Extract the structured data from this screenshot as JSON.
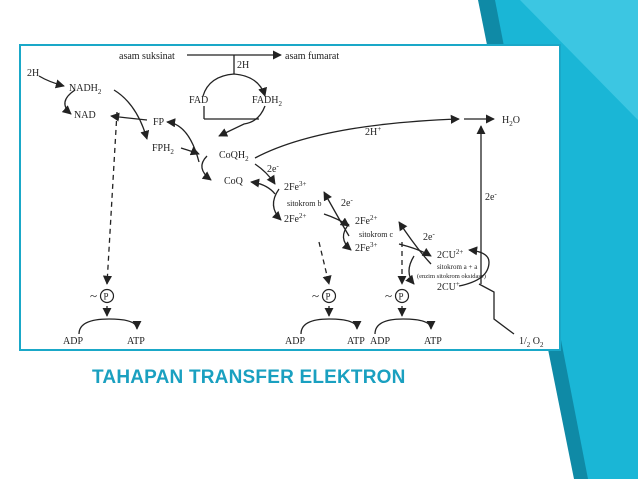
{
  "title": "TAHAPAN TRANSFER ELEKTRON",
  "colors": {
    "accent": "#1aa8c8",
    "accent_dark": "#0f8aa6",
    "title": "#1aa0c0"
  },
  "labels": {
    "succinate": "asam suksinat",
    "fumarate": "asam fumarat",
    "two_h_top": "2H",
    "fad": "FAD",
    "fadh2": "FADH",
    "fadh2_sub": "2",
    "two_h_left": "2H",
    "nadh2": "NADH",
    "nadh2_sub": "2",
    "nad": "NAD",
    "fp": "FP",
    "fph2": "FPH",
    "fph2_sub": "2",
    "coqh2": "CoQH",
    "coqh2_sub": "2",
    "coq": "CoQ",
    "two_h_plus": "2H",
    "two_h_plus_sup": "+",
    "h2o": "H",
    "h2o_sub": "2",
    "h2o_end": "O",
    "e_1": "2e",
    "e_1_sup": "-",
    "fe3_b": "2Fe",
    "fe3_b_sup": "3+",
    "cyt_b": "sitokrom b",
    "fe2_b": "2Fe",
    "fe2_b_sup": "2+",
    "e_2": "2e",
    "e_2_sup": "-",
    "fe2_c": "2Fe",
    "fe2_c_sup": "2+",
    "cyt_c": "sitokrom c",
    "fe3_c": "2Fe",
    "fe3_c_sup": "3+",
    "e_3": "2e",
    "e_3_sup": "-",
    "e_4": "2e",
    "e_4_sup": "-",
    "cu2": "2CU",
    "cu2_sup": "2+",
    "cyt_aa3": "sitokrom a + a",
    "cyt_aa3_enzyme": "(enzim sitokrom oksidase)",
    "cu1": "2CU",
    "cu1_sup": "+",
    "half_o2": "1/",
    "half_o2_den": "2",
    "half_o2_o": " O",
    "half_o2_sub": "2",
    "p": "P",
    "tilde": "~",
    "adp": "ADP",
    "atp": "ATP"
  }
}
